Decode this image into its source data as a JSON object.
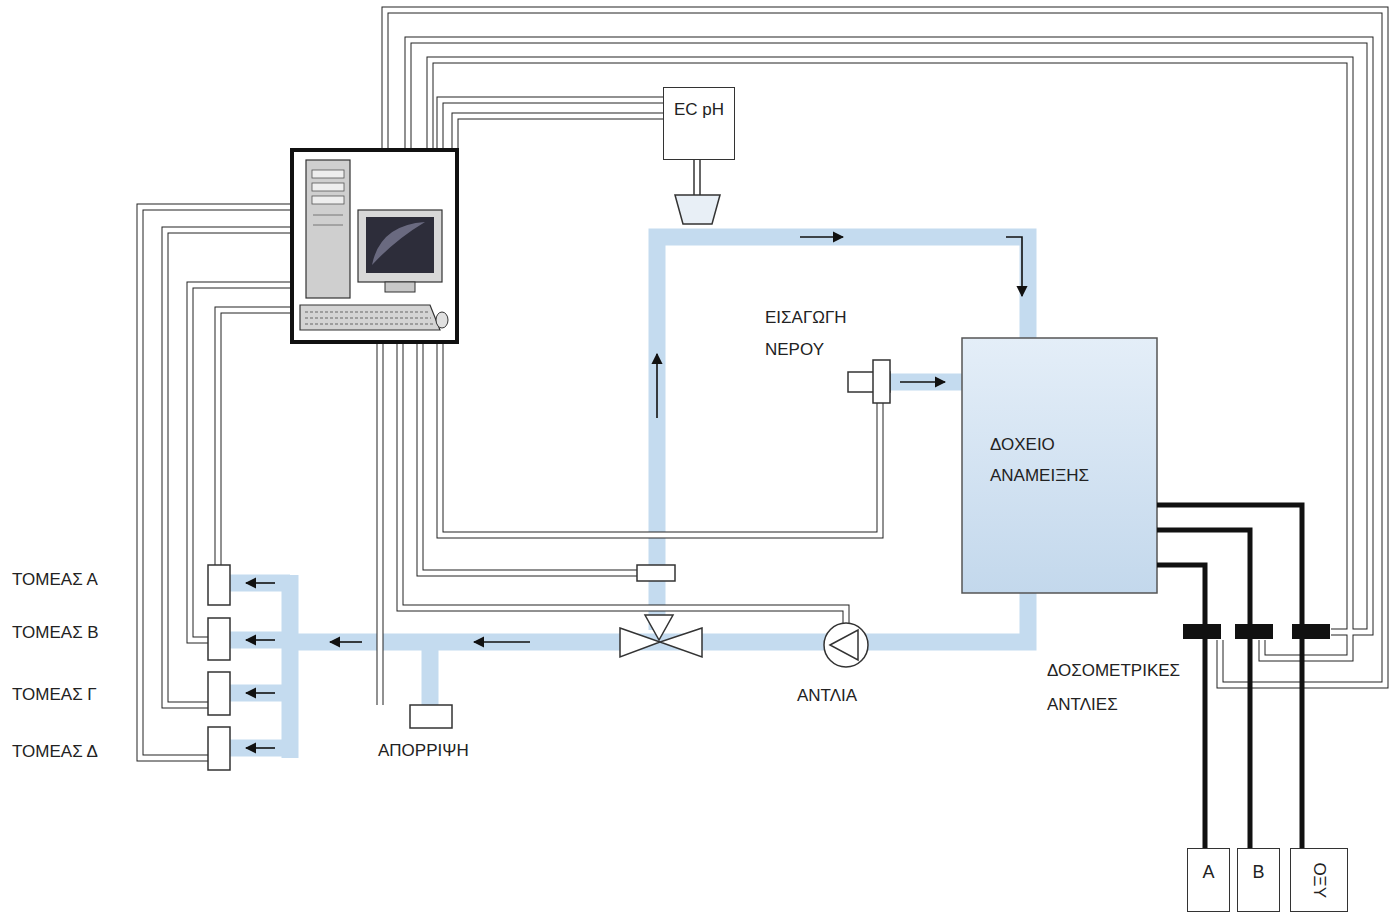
{
  "diagram": {
    "nodes": [
      {
        "text": [
          "EC pH"
        ]
      },
      {
        "text": [
          "ΔΟΧΕΙΟ ΑΝΑΜΕΙΞΗΣ"
        ]
      },
      {
        "text": [
          "A"
        ]
      },
      {
        "text": [
          "B"
        ]
      },
      {
        "text": [
          "ΟΞΥ"
        ]
      }
    ],
    "edges": [
      {
        "from": 2,
        "to": 1,
        "arrow": "none"
      },
      {
        "from": 3,
        "to": 1,
        "arrow": "none"
      },
      {
        "from": 4,
        "to": 1,
        "arrow": "none"
      }
    ],
    "labels": [
      "ΕΙΣΑΓΩΓΗ ΝΕΡΟΥ",
      "ΤΟΜΕΑΣ Α",
      "ΤΟΜΕΑΣ Β",
      "ΤΟΜΕΑΣ Γ",
      "ΤΟΜΕΑΣ Δ",
      "ΑΠΟΡΡΙΨΗ",
      "ΑΝΤΛΙΑ",
      "ΔΟΣΟΜΕΤΡΙΚΕΣ ΑΝΤΛΙΕΣ"
    ]
  }
}
